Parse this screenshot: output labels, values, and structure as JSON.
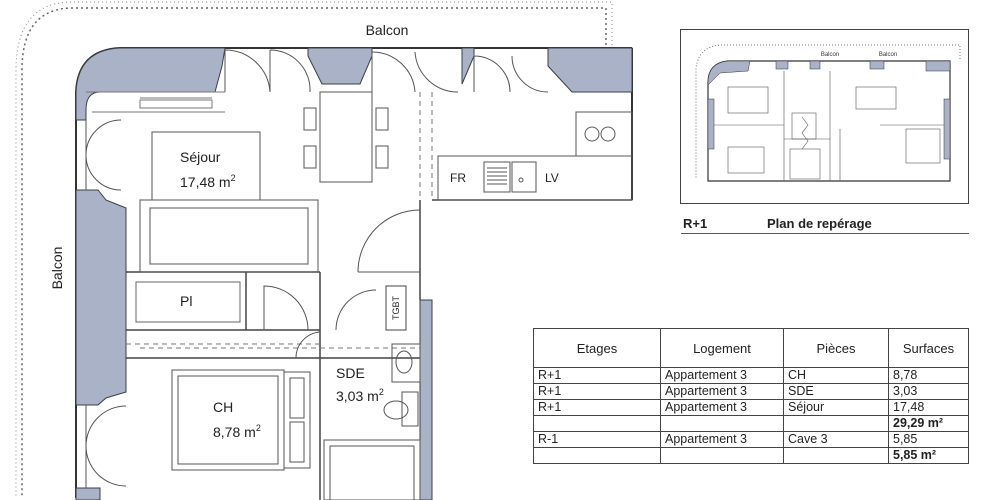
{
  "plan": {
    "balcon_top": "Balcon",
    "balcon_left": "Balcon",
    "rooms": {
      "sejour": {
        "name": "Séjour",
        "area": "17,48 m",
        "unit_sup": "2"
      },
      "ch": {
        "name": "CH",
        "area": "8,78 m",
        "unit_sup": "2"
      },
      "sde": {
        "name": "SDE",
        "area": "3,03 m",
        "unit_sup": "2"
      },
      "pl": {
        "name": "Pl"
      }
    },
    "fixtures": {
      "fr": "FR",
      "lv": "LV",
      "tgbt": "TGBT"
    }
  },
  "locator": {
    "level": "R+1",
    "title": "Plan de repérage"
  },
  "table": {
    "headers": [
      "Etages",
      "Logement",
      "Pièces",
      "Surfaces"
    ],
    "rows": [
      {
        "etage": "R+1",
        "logement": "Appartement 3",
        "piece": "CH",
        "surface": "8,78"
      },
      {
        "etage": "R+1",
        "logement": "Appartement 3",
        "piece": "SDE",
        "surface": "3,03"
      },
      {
        "etage": "R+1",
        "logement": "Appartement 3",
        "piece": "Séjour",
        "surface": "17,48"
      }
    ],
    "total1": "29,29 m²",
    "rows2": [
      {
        "etage": "R-1",
        "logement": "Appartement 3",
        "piece": "Cave 3",
        "surface": "5,85"
      }
    ],
    "total2": "5,85 m²"
  }
}
